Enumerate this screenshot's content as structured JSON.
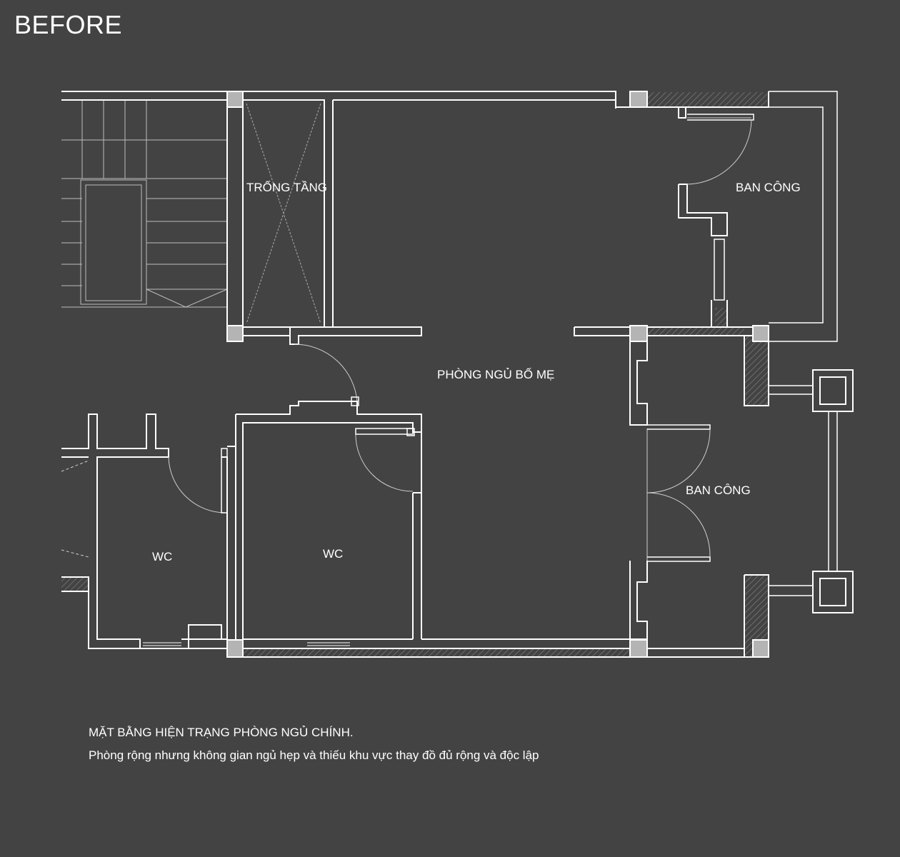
{
  "heading": "BEFORE",
  "rooms": {
    "trong_tang": "TRỐNG TẦNG",
    "ban_cong_top": "BAN CÔNG",
    "phong_ngu": "PHÒNG  NGỦ BỐ MẸ",
    "ban_cong_right": "BAN CÔNG",
    "wc_left": "WC",
    "wc_center": "WC"
  },
  "caption": {
    "title": "MẶT BẰNG HIỆN TRẠNG PHÒNG NGỦ CHÍNH.",
    "description": "Phòng rộng nhưng không gian ngủ hẹp và thiếu khu vực thay đồ đủ rộng và độc lập"
  },
  "colors": {
    "background": "#434343",
    "line": "#ffffff",
    "column_fill": "#b4b4b4",
    "hatch": "#6a6a6a"
  }
}
